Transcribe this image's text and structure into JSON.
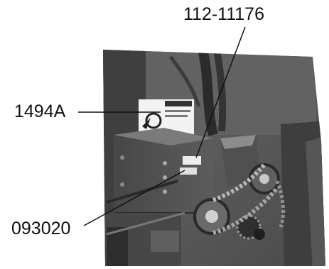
{
  "callouts": {
    "part_top": "112-11176",
    "part_left": "1494A",
    "part_bottom": "093020"
  }
}
